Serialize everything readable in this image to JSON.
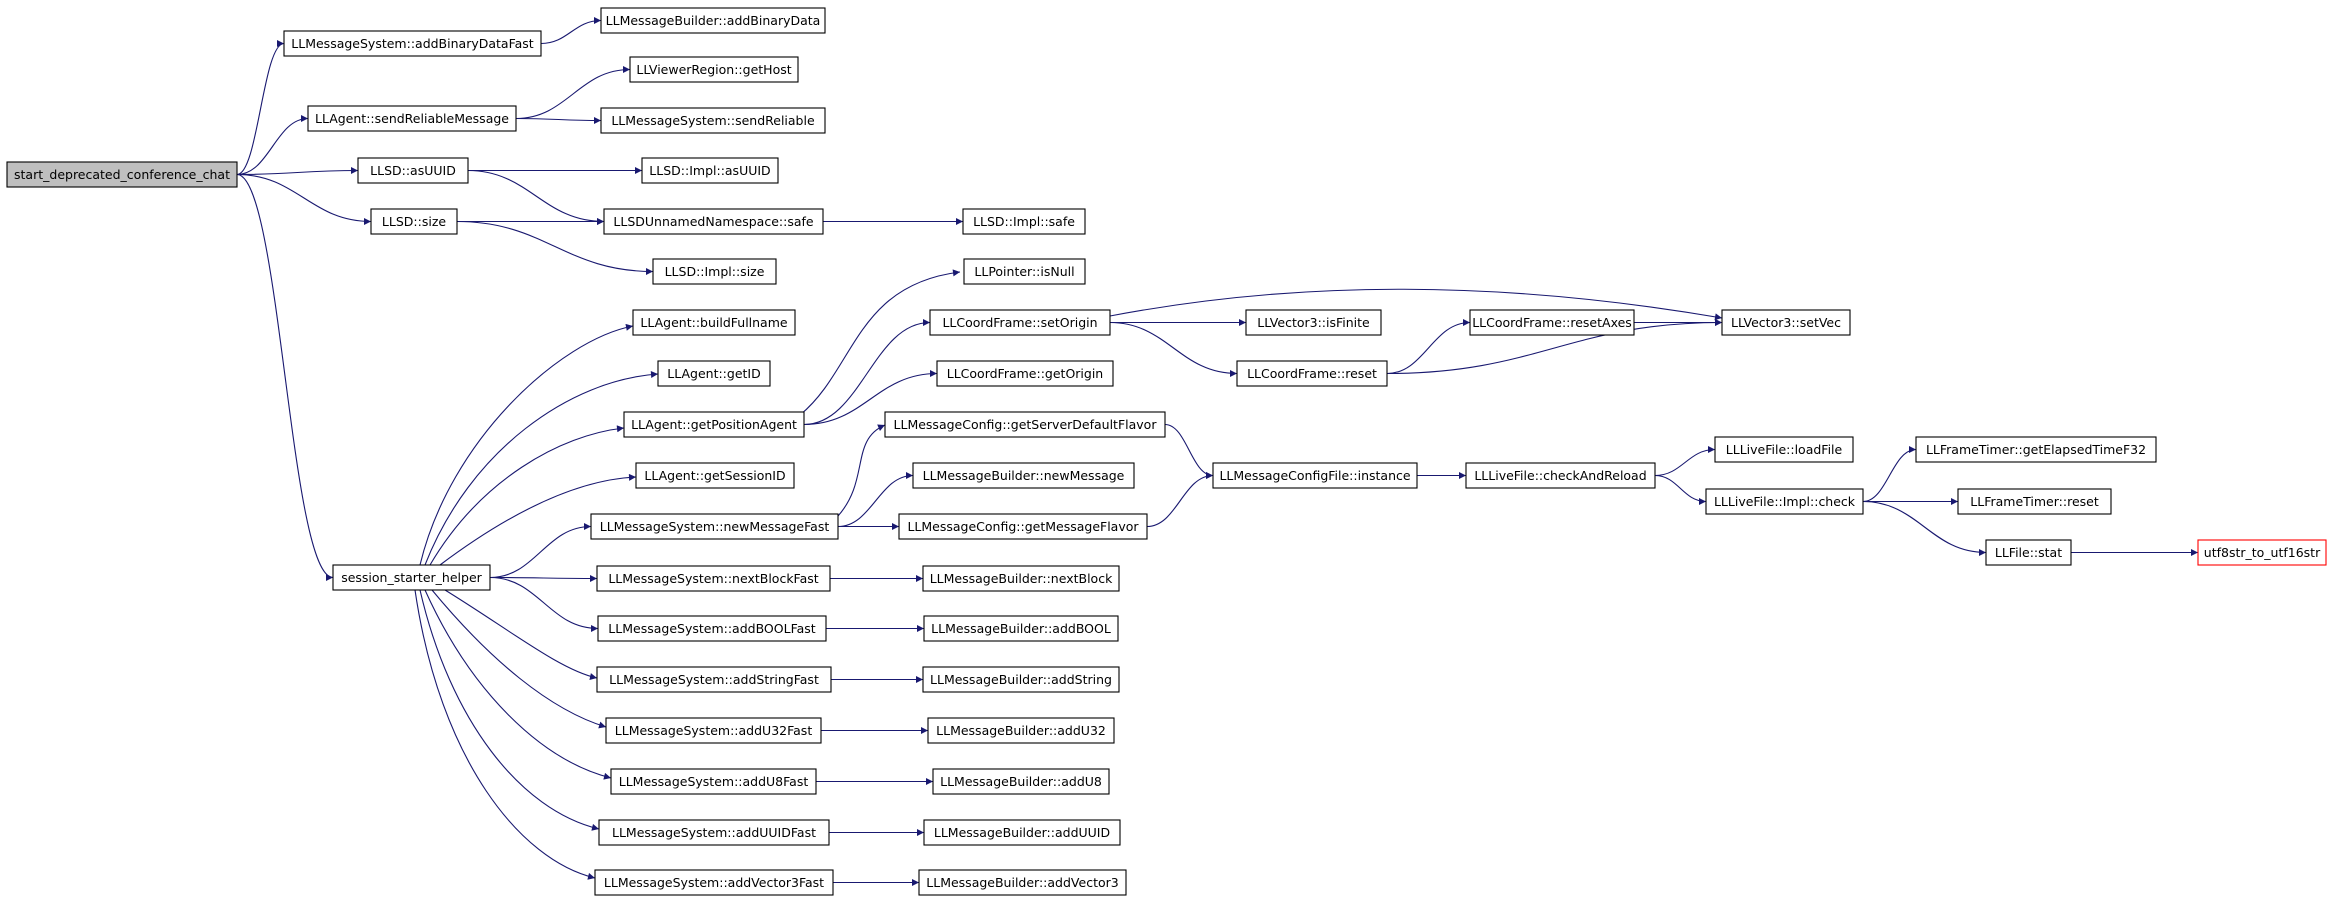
{
  "colors": {
    "edge": "#191970",
    "root_fill": "#bfbfbf",
    "truncated_border": "#ff0000",
    "box_border": "#000000"
  },
  "nodes": [
    {
      "id": "root",
      "label": "start_deprecated_conference_chat",
      "style": "root"
    },
    {
      "id": "n1",
      "label": "LLMessageSystem::addBinaryDataFast"
    },
    {
      "id": "n2",
      "label": "LLMessageBuilder::addBinaryData"
    },
    {
      "id": "n3",
      "label": "LLAgent::sendReliableMessage"
    },
    {
      "id": "n4",
      "label": "LLViewerRegion::getHost"
    },
    {
      "id": "n5",
      "label": "LLMessageSystem::sendReliable"
    },
    {
      "id": "n6",
      "label": "LLSD::asUUID"
    },
    {
      "id": "n7",
      "label": "LLSD::Impl::asUUID"
    },
    {
      "id": "n8",
      "label": "LLSD::size"
    },
    {
      "id": "n9",
      "label": "LLSDUnnamedNamespace::safe"
    },
    {
      "id": "n10",
      "label": "LLSD::Impl::safe"
    },
    {
      "id": "n11",
      "label": "LLSD::Impl::size"
    },
    {
      "id": "n12",
      "label": "LLPointer::isNull"
    },
    {
      "id": "n13",
      "label": "LLAgent::buildFullname"
    },
    {
      "id": "n14",
      "label": "LLCoordFrame::setOrigin"
    },
    {
      "id": "n15",
      "label": "LLVector3::isFinite"
    },
    {
      "id": "n16",
      "label": "LLCoordFrame::resetAxes"
    },
    {
      "id": "n17",
      "label": "LLVector3::setVec"
    },
    {
      "id": "n18",
      "label": "LLAgent::getID"
    },
    {
      "id": "n19",
      "label": "LLCoordFrame::getOrigin"
    },
    {
      "id": "n20",
      "label": "LLCoordFrame::reset"
    },
    {
      "id": "n21",
      "label": "LLAgent::getPositionAgent"
    },
    {
      "id": "n22",
      "label": "LLMessageConfig::getServerDefaultFlavor"
    },
    {
      "id": "n23",
      "label": "LLLiveFile::loadFile"
    },
    {
      "id": "n24",
      "label": "LLFrameTimer::getElapsedTimeF32"
    },
    {
      "id": "n25",
      "label": "LLAgent::getSessionID"
    },
    {
      "id": "n26",
      "label": "LLMessageBuilder::newMessage"
    },
    {
      "id": "n27",
      "label": "LLMessageConfigFile::instance"
    },
    {
      "id": "n28",
      "label": "LLLiveFile::checkAndReload"
    },
    {
      "id": "n29",
      "label": "LLLiveFile::Impl::check"
    },
    {
      "id": "n30",
      "label": "LLFrameTimer::reset"
    },
    {
      "id": "n31",
      "label": "LLMessageSystem::newMessageFast"
    },
    {
      "id": "n32",
      "label": "LLMessageConfig::getMessageFlavor"
    },
    {
      "id": "n33",
      "label": "LLFile::stat"
    },
    {
      "id": "n34",
      "label": "utf8str_to_utf16str",
      "style": "truncated"
    },
    {
      "id": "n35",
      "label": "session_starter_helper"
    },
    {
      "id": "n36",
      "label": "LLMessageSystem::nextBlockFast"
    },
    {
      "id": "n37",
      "label": "LLMessageBuilder::nextBlock"
    },
    {
      "id": "n38",
      "label": "LLMessageSystem::addBOOLFast"
    },
    {
      "id": "n39",
      "label": "LLMessageBuilder::addBOOL"
    },
    {
      "id": "n40",
      "label": "LLMessageSystem::addStringFast"
    },
    {
      "id": "n41",
      "label": "LLMessageBuilder::addString"
    },
    {
      "id": "n42",
      "label": "LLMessageSystem::addU32Fast"
    },
    {
      "id": "n43",
      "label": "LLMessageBuilder::addU32"
    },
    {
      "id": "n44",
      "label": "LLMessageSystem::addU8Fast"
    },
    {
      "id": "n45",
      "label": "LLMessageBuilder::addU8"
    },
    {
      "id": "n46",
      "label": "LLMessageSystem::addUUIDFast"
    },
    {
      "id": "n47",
      "label": "LLMessageBuilder::addUUID"
    },
    {
      "id": "n48",
      "label": "LLMessageSystem::addVector3Fast"
    },
    {
      "id": "n49",
      "label": "LLMessageBuilder::addVector3"
    }
  ],
  "edges": [
    [
      "root",
      "n1"
    ],
    [
      "root",
      "n3"
    ],
    [
      "root",
      "n6"
    ],
    [
      "root",
      "n8"
    ],
    [
      "root",
      "n35"
    ],
    [
      "n1",
      "n2"
    ],
    [
      "n3",
      "n4"
    ],
    [
      "n3",
      "n5"
    ],
    [
      "n6",
      "n7"
    ],
    [
      "n6",
      "n9"
    ],
    [
      "n8",
      "n9"
    ],
    [
      "n8",
      "n11"
    ],
    [
      "n9",
      "n10"
    ],
    [
      "n35",
      "n13"
    ],
    [
      "n35",
      "n18"
    ],
    [
      "n35",
      "n21"
    ],
    [
      "n35",
      "n25"
    ],
    [
      "n35",
      "n31"
    ],
    [
      "n35",
      "n36"
    ],
    [
      "n35",
      "n38"
    ],
    [
      "n35",
      "n40"
    ],
    [
      "n35",
      "n42"
    ],
    [
      "n35",
      "n44"
    ],
    [
      "n35",
      "n46"
    ],
    [
      "n35",
      "n48"
    ],
    [
      "n21",
      "n12"
    ],
    [
      "n21",
      "n14"
    ],
    [
      "n21",
      "n19"
    ],
    [
      "n14",
      "n15"
    ],
    [
      "n14",
      "n17"
    ],
    [
      "n14",
      "n20"
    ],
    [
      "n20",
      "n16"
    ],
    [
      "n20",
      "n17"
    ],
    [
      "n16",
      "n17"
    ],
    [
      "n31",
      "n22"
    ],
    [
      "n31",
      "n26"
    ],
    [
      "n31",
      "n32"
    ],
    [
      "n22",
      "n27"
    ],
    [
      "n32",
      "n27"
    ],
    [
      "n27",
      "n28"
    ],
    [
      "n28",
      "n23"
    ],
    [
      "n28",
      "n29"
    ],
    [
      "n29",
      "n24"
    ],
    [
      "n29",
      "n30"
    ],
    [
      "n29",
      "n33"
    ],
    [
      "n33",
      "n34"
    ],
    [
      "n36",
      "n37"
    ],
    [
      "n38",
      "n39"
    ],
    [
      "n40",
      "n41"
    ],
    [
      "n42",
      "n43"
    ],
    [
      "n44",
      "n45"
    ],
    [
      "n46",
      "n47"
    ],
    [
      "n48",
      "n49"
    ]
  ]
}
